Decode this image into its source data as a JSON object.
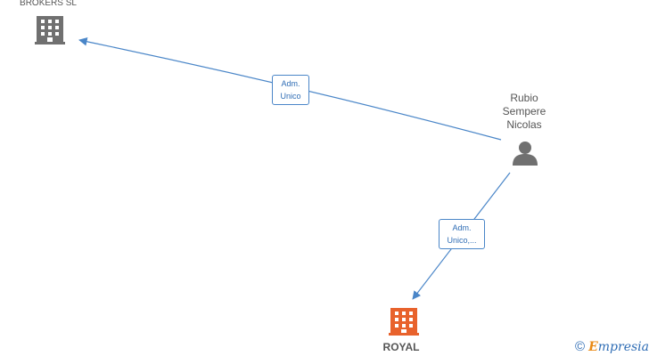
{
  "nodes": {
    "brokers": {
      "label": "BROKERS  SL",
      "icon": "building-icon",
      "color": "#707070"
    },
    "royal": {
      "label": "ROYAL",
      "icon": "building-icon",
      "color": "#e8622c"
    },
    "person": {
      "line1": "Rubio",
      "line2": "Sempere",
      "line3": "Nicolas",
      "icon": "person-icon",
      "color": "#707070"
    }
  },
  "edges": {
    "to_brokers": {
      "line1": "Adm.",
      "line2": "Unico"
    },
    "to_royal": {
      "line1": "Adm.",
      "line2": "Unico,..."
    }
  },
  "edge_color": "#4a86c8",
  "brand": {
    "copyright": "©",
    "e": "E",
    "rest": "mpresia"
  }
}
